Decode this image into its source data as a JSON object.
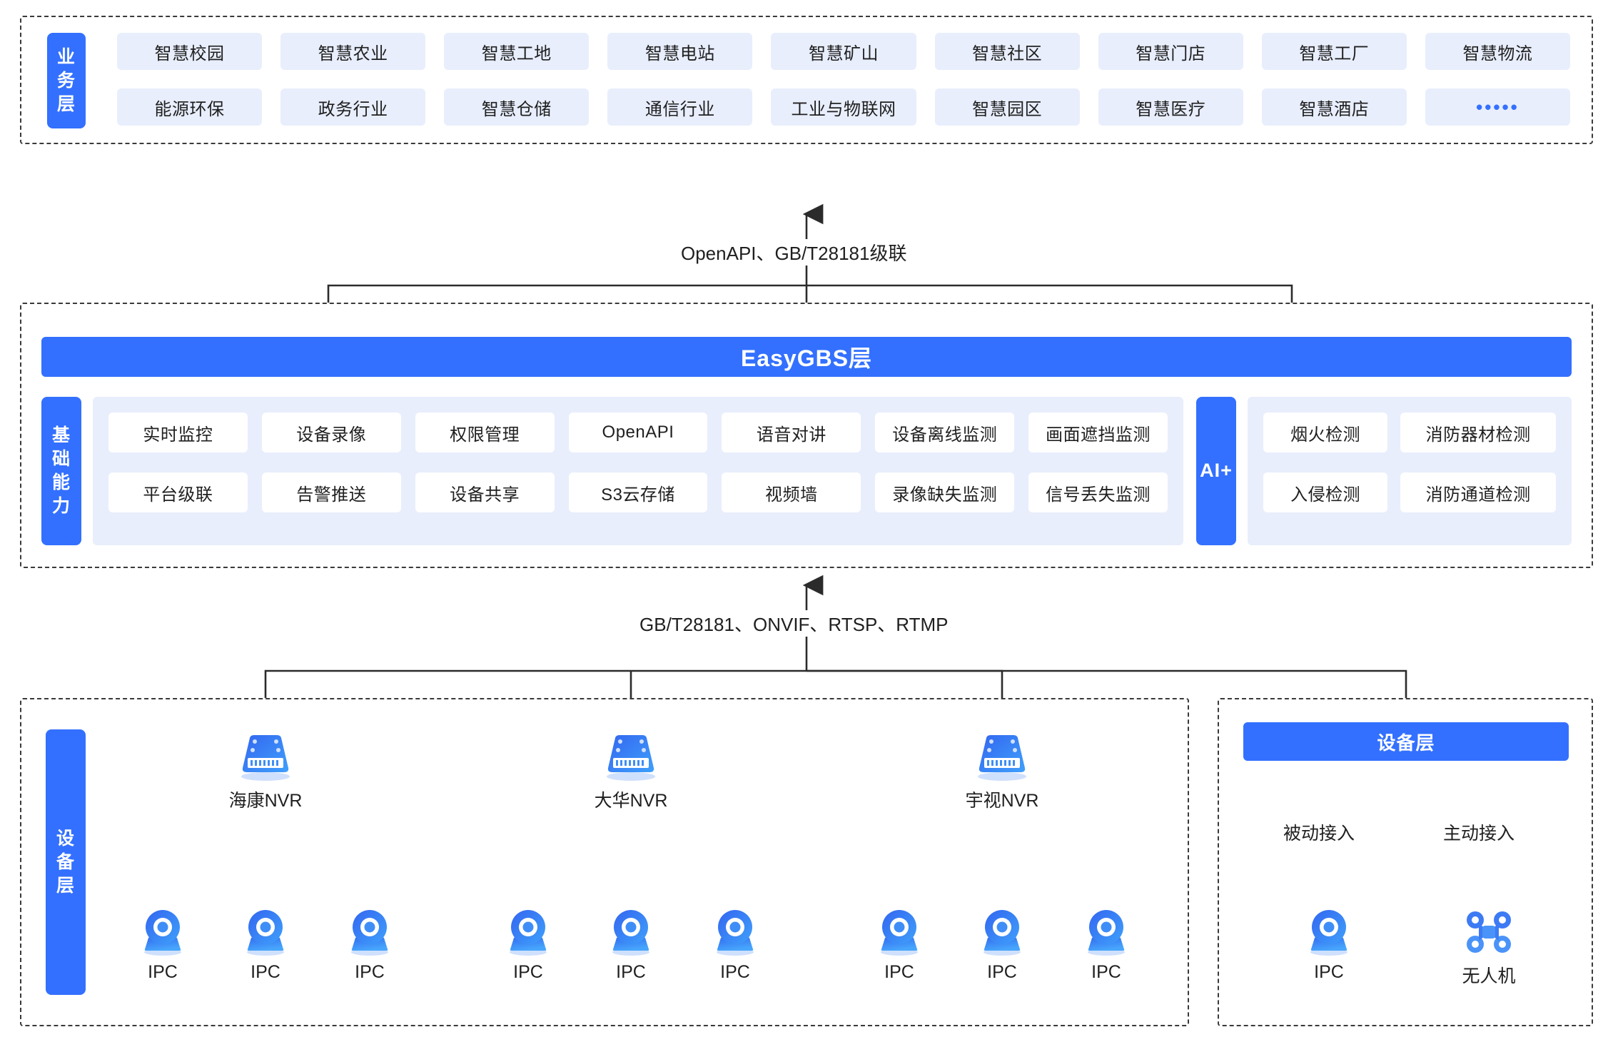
{
  "business_layer": {
    "tab_label": "业务层",
    "tiles": [
      "智慧校园",
      "智慧农业",
      "智慧工地",
      "智慧电站",
      "智慧矿山",
      "智慧社区",
      "智慧门店",
      "智慧工厂",
      "智慧物流",
      "能源环保",
      "政务行业",
      "智慧仓储",
      "通信行业",
      "工业与物联网",
      "智慧园区",
      "智慧医疗",
      "智慧酒店",
      "•••••"
    ]
  },
  "connector_top": {
    "label": "OpenAPI、GB/T28181级联"
  },
  "gbs_layer": {
    "banner_label": "EasyGBS层",
    "capability_tab_label": "基础能力",
    "capabilities": [
      "实时监控",
      "设备录像",
      "权限管理",
      "OpenAPI",
      "语音对讲",
      "设备离线监测",
      "画面遮挡监测",
      "平台级联",
      "告警推送",
      "设备共享",
      "S3云存储",
      "视频墙",
      "录像缺失监测",
      "信号丢失监测"
    ],
    "ai_tab_label": "AI+",
    "ai_capabilities": [
      "烟火检测",
      "消防器材检测",
      "入侵检测",
      "消防通道检测"
    ]
  },
  "connector_bottom": {
    "label": "GB/T28181、ONVIF、RTSP、RTMP"
  },
  "device_layer_left": {
    "tab_label": "设备层",
    "nvr_groups": [
      {
        "name": "海康NVR",
        "icon": "nvr-icon",
        "children": [
          "IPC",
          "IPC",
          "IPC"
        ]
      },
      {
        "name": "大华NVR",
        "icon": "nvr-icon",
        "children": [
          "IPC",
          "IPC",
          "IPC"
        ]
      },
      {
        "name": "宇视NVR",
        "icon": "nvr-icon",
        "children": [
          "IPC",
          "IPC",
          "IPC"
        ]
      }
    ]
  },
  "device_layer_right": {
    "banner_label": "设备层",
    "branches": [
      {
        "access_label": "被动接入",
        "device_label": "IPC",
        "icon": "camera-icon"
      },
      {
        "access_label": "主动接入",
        "device_label": "无人机",
        "icon": "drone-icon"
      }
    ]
  },
  "colors": {
    "accent": "#3370ff",
    "tile_bg": "#e8eefc",
    "white_tile": "#ffffff",
    "line": "#3a3a3a"
  }
}
